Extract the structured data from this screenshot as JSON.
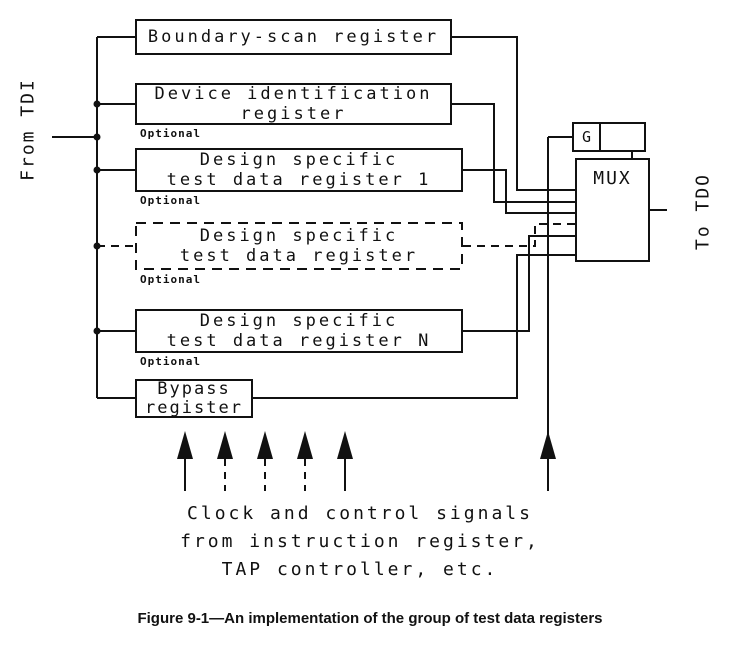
{
  "labels": {
    "from_tdi": "From TDI",
    "to_tdo": "To TDO",
    "g": "G",
    "mux": "MUX",
    "optional": "Optional"
  },
  "registers": {
    "boundary": {
      "line1": "Boundary-scan register"
    },
    "device": {
      "line1": "Device identification",
      "line2": "register"
    },
    "design1": {
      "line1": "Design specific",
      "line2": "test data register 1"
    },
    "design_dashed": {
      "line1": "Design specific",
      "line2": "test data register"
    },
    "designN": {
      "line1": "Design specific",
      "line2": "test data register N"
    },
    "bypass": {
      "line1": "Bypass",
      "line2": "register"
    }
  },
  "bottom_text": {
    "line1": "Clock and control signals",
    "line2": "from instruction register,",
    "line3": "TAP controller, etc."
  },
  "caption": "Figure 9-1—An implementation of the group of test data registers",
  "colors": {
    "ink": "#111111",
    "background": "#ffffff"
  }
}
